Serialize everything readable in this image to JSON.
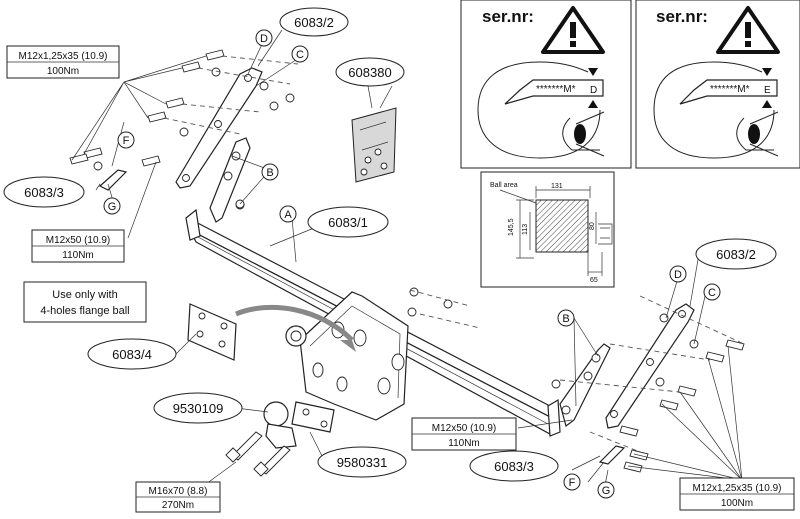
{
  "callouts": {
    "c_6083_2_top": "6083/2",
    "c_608380": "608380",
    "c_6083_3_top": "6083/3",
    "c_6083_1": "6083/1",
    "c_6083_4": "6083/4",
    "c_9530109": "9530109",
    "c_9580331": "9580331",
    "c_6083_2_right": "6083/2",
    "c_6083_3_bottom": "6083/3"
  },
  "letters": {
    "D_top": "D",
    "C_top": "C",
    "B_top": "B",
    "F_top": "F",
    "G_top": "G",
    "A": "A",
    "D_right": "D",
    "C_right": "C",
    "B_right": "B",
    "F_bottom": "F",
    "G_bottom": "G"
  },
  "specs": {
    "bolt_top_left": {
      "size": "M12x1,25x35 (10.9)",
      "torque": "100Nm"
    },
    "bolt_mid_left": {
      "size": "M12x50 (10.9)",
      "torque": "110Nm"
    },
    "bolt_mid_right": {
      "size": "M12x50 (10.9)",
      "torque": "110Nm"
    },
    "bolt_bottom_left": {
      "size": "M16x70 (8.8)",
      "torque": "270Nm"
    },
    "bolt_bottom_right": {
      "size": "M12x1,25x35 (10.9)",
      "torque": "100Nm"
    }
  },
  "note": {
    "line1": "Use only with",
    "line2": "4-holes flange ball"
  },
  "serial_panels": [
    {
      "title": "ser.nr:",
      "code": "*******M*",
      "suffix": "D"
    },
    {
      "title": "ser.nr:",
      "code": "*******M*",
      "suffix": "E"
    }
  ],
  "dimension_panel": {
    "ball_area": "Ball area",
    "dim_131": "131",
    "dim_145_5": "145,5",
    "dim_113": "113",
    "dim_80": "80",
    "dim_65": "65"
  }
}
